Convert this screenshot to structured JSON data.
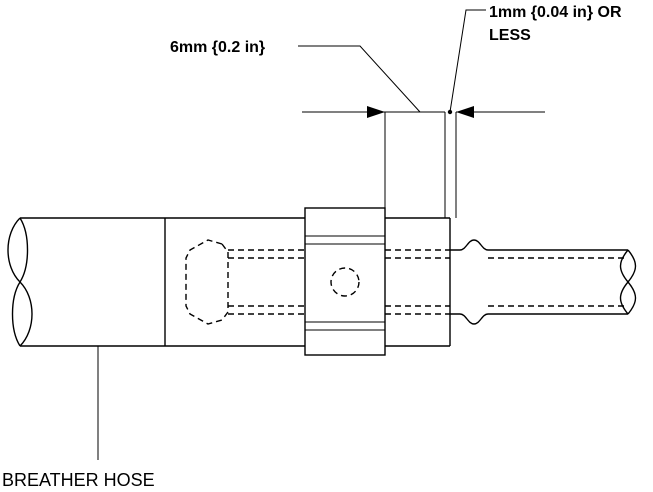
{
  "labels": {
    "dim_6mm": "6mm {0.2 in}",
    "dim_1mm_line1": "1mm {0.04 in} OR",
    "dim_1mm_line2": "LESS",
    "breather_hose": "BREATHER HOSE"
  }
}
